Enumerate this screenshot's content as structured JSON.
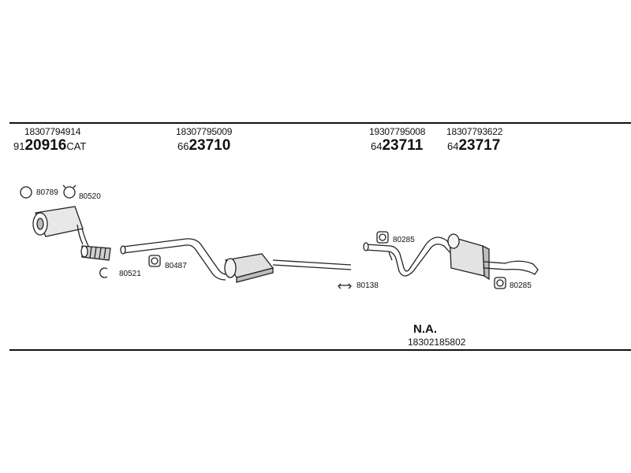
{
  "columns": [
    {
      "oem": "18307794914",
      "prefix": "91",
      "number": "20916",
      "suffix": "CAT"
    },
    {
      "oem": "18307795009",
      "prefix": "66",
      "number": "23710",
      "suffix": ""
    },
    {
      "oem": "19307795008",
      "prefix": "64",
      "number": "23711",
      "suffix": ""
    },
    {
      "oem": "18307793622",
      "prefix": "64",
      "number": "23717",
      "suffix": ""
    }
  ],
  "callouts": {
    "ring_clamp": "80789",
    "clamp_top": "80520",
    "clamp_bottom": "80521",
    "hanger_front": "80487",
    "bracket_mid": "80138",
    "hanger_rear_top": "80285",
    "hanger_rear_bottom": "80285"
  },
  "na": {
    "label": "N.A.",
    "oem": "18302185802"
  }
}
